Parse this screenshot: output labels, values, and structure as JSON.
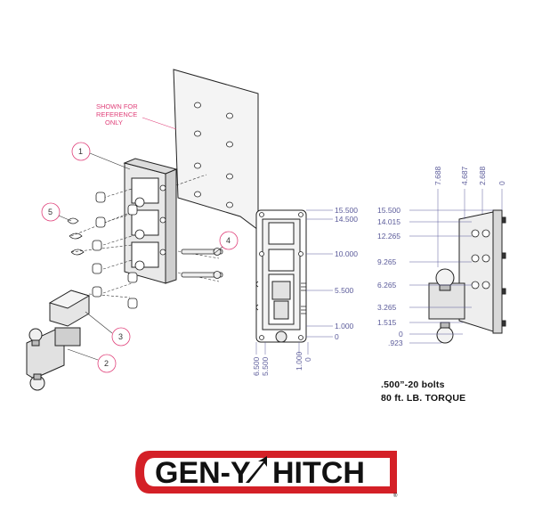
{
  "note": {
    "line1": "SHOWN FOR",
    "line2": "REFERENCE",
    "line3": "ONLY"
  },
  "callouts": [
    "1",
    "2",
    "3",
    "4",
    "5"
  ],
  "front_view": {
    "right_dims": [
      "15.500",
      "14.500",
      "10.000",
      "5.500",
      "1.000",
      "0"
    ],
    "bottom_dims": [
      "6.500",
      "5.500",
      "1.000",
      "0"
    ]
  },
  "side_view": {
    "top_dims": [
      "7.688",
      "4.687",
      "2.688",
      "0"
    ],
    "left_dims": [
      "15.500",
      "14.015",
      "12.265",
      "9.265",
      "6.265",
      "3.265",
      "1.515",
      "0",
      ".923"
    ]
  },
  "spec": {
    "line1": ".500”-20 bolts",
    "line2": "80 ft. LB. TORQUE"
  },
  "brand": {
    "name_left": "GEN-Y",
    "name_right": "HITCH",
    "reg": "®"
  },
  "colors": {
    "callout": "#e0417a",
    "dimension": "#5b5b9a",
    "brand_red": "#d42027",
    "line": "#222222"
  }
}
